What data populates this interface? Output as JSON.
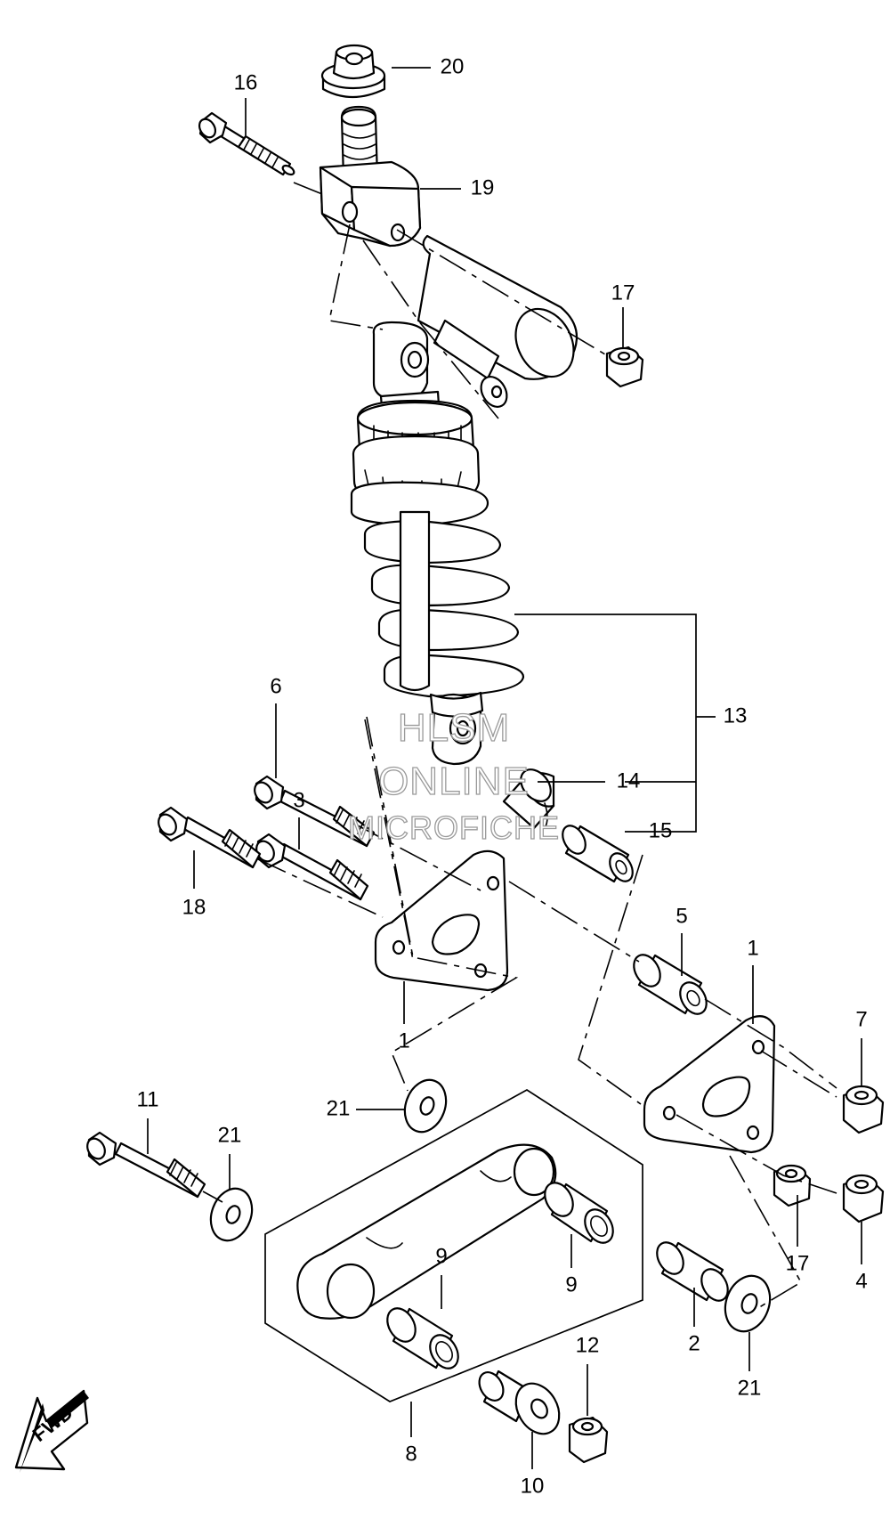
{
  "callouts": [
    {
      "id": "20",
      "label": "20"
    },
    {
      "id": "16",
      "label": "16"
    },
    {
      "id": "19",
      "label": "19"
    },
    {
      "id": "17a",
      "label": "17"
    },
    {
      "id": "13",
      "label": "13"
    },
    {
      "id": "14",
      "label": "14"
    },
    {
      "id": "15",
      "label": "15"
    },
    {
      "id": "6",
      "label": "6"
    },
    {
      "id": "3",
      "label": "3"
    },
    {
      "id": "18",
      "label": "18"
    },
    {
      "id": "1a",
      "label": "1"
    },
    {
      "id": "5",
      "label": "5"
    },
    {
      "id": "1b",
      "label": "1"
    },
    {
      "id": "7",
      "label": "7"
    },
    {
      "id": "21a",
      "label": "21"
    },
    {
      "id": "11",
      "label": "11"
    },
    {
      "id": "21b",
      "label": "21"
    },
    {
      "id": "17b",
      "label": "17"
    },
    {
      "id": "4",
      "label": "4"
    },
    {
      "id": "9a",
      "label": "9"
    },
    {
      "id": "9b",
      "label": "9"
    },
    {
      "id": "2",
      "label": "2"
    },
    {
      "id": "21c",
      "label": "21"
    },
    {
      "id": "12",
      "label": "12"
    },
    {
      "id": "8",
      "label": "8"
    },
    {
      "id": "10",
      "label": "10"
    }
  ],
  "watermark": {
    "line1": "HLSM",
    "line2": "ONLINE",
    "line3": "MICROFICHE"
  },
  "fwd_label": "FWD"
}
